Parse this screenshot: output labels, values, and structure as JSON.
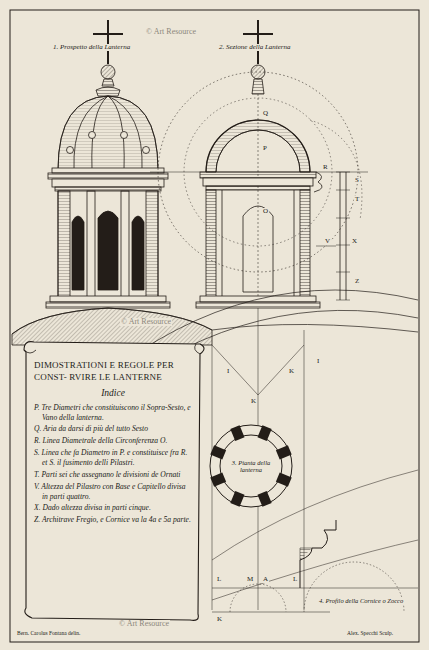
{
  "diagram": {
    "nodes": [
      {
        "text": [
          "DIMOSTRATIONI E REGOLE PER CONST- RVIRE LE LANTERNE",
          "Indice",
          "P. Tre Diametri che constituiscono il Sopra-Sesto, e Vano della lanterna.",
          "Q. Aria da darsi di più del tutto Sesto",
          "R. Linea Diametrale della Circonferenza O.",
          "S. Linea che fa Diametro in P. e constituisce fra R. et S. il fusimento delli Pilastri.",
          "T. Parti sei che assegnano le divisioni de Ornati",
          "V. Altezza del Pilastro con Base e Capitello divisa in parti quattro.",
          "X. Dado altezza divisa in parti cinque.",
          "Z. Architrave Fregio, e Cornice va la 4a e 5a parte."
        ]
      },
      {
        "text": [
          "3. Pianta della lanterna"
        ]
      }
    ],
    "labels": [
      "1. Prospetto della Lanterna",
      "2. Sezione della Lanterna",
      "4. Profilo della Cornice o Zocco",
      "Bern. Carolus Fontana delin.",
      "Alex. Specchi Sculp.",
      "© Art Resource",
      "© Art Resource",
      "© Art Resource",
      "P",
      "Q",
      "R",
      "S",
      "T",
      "V",
      "X",
      "Z",
      "O",
      "I",
      "K",
      "K",
      "I",
      "L",
      "M",
      "A",
      "L",
      "K"
    ]
  }
}
